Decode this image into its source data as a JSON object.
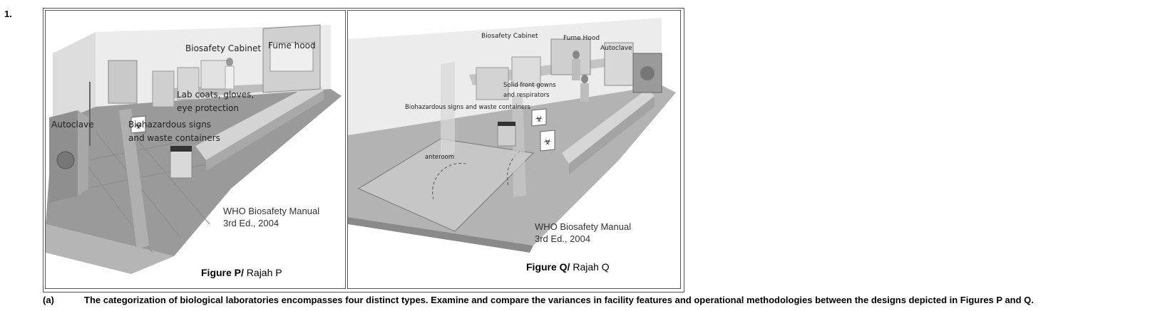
{
  "question": {
    "number": "1.",
    "part_label": "(a)",
    "text": "The categorization of biological laboratories encompasses four distinct types. Examine and compare the variances in facility features and operational methodologies between the designs depicted in Figures P and Q."
  },
  "figure_p": {
    "labels": {
      "biosafety_cabinet": "Biosafety Cabinet",
      "fume_hood": "Fume hood",
      "lab_coats_line1": "Lab coats, gloves,",
      "lab_coats_line2": "eye protection",
      "autoclave": "Autoclave",
      "biohazard_line1": "Biohazardous signs",
      "biohazard_line2": "and waste containers"
    },
    "credit_line1": "WHO Biosafety Manual",
    "credit_line2": "3rd Ed., 2004",
    "caption_bold": "Figure P/",
    "caption_rest": " Rajah P"
  },
  "figure_q": {
    "labels": {
      "biosafety_cabinet": "Biosafety Cabinet",
      "fume_hood": "Fume Hood",
      "autoclave": "Autoclave",
      "gowns_line1": "Solid front gowns",
      "gowns_line2": "and respirators",
      "biohazard": "Biohazardous signs and waste containers",
      "anteroom": "anteroom"
    },
    "credit_line1": "WHO Biosafety Manual",
    "credit_line2": "3rd Ed., 2004",
    "caption_bold": "Figure Q/",
    "caption_rest": " Rajah Q"
  }
}
